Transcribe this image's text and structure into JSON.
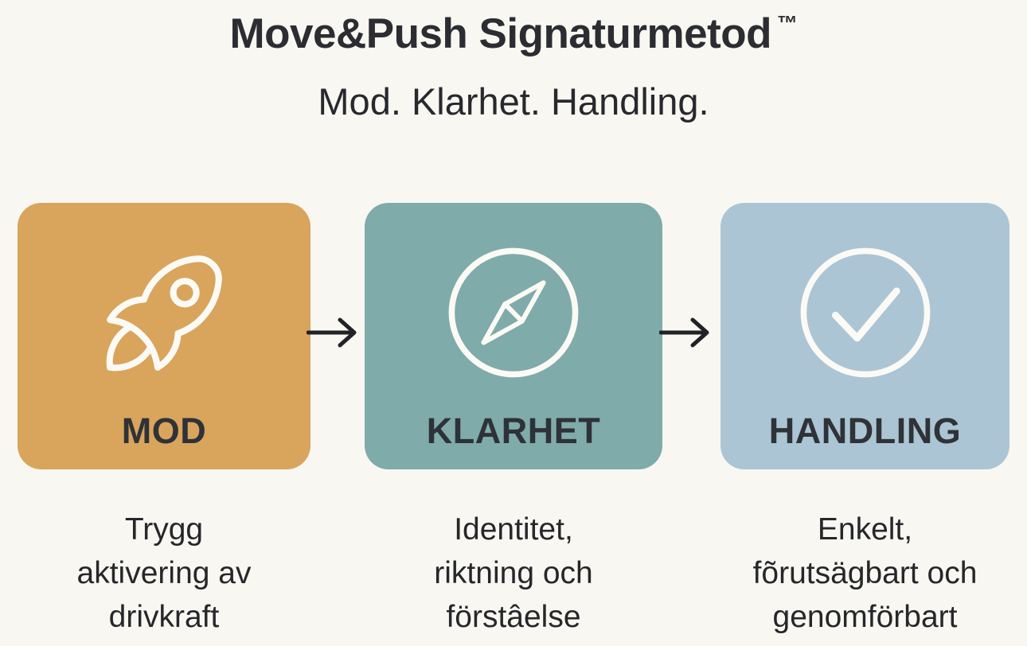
{
  "header": {
    "title": "Move&Push Signaturmetod",
    "trademark": "™",
    "subtitle": "Mod. Klarhet. Handling."
  },
  "flow": {
    "steps": [
      {
        "label": "MOD",
        "icon": "rocket-icon",
        "card_color": "#D9A45C",
        "label_color": "#2F3237",
        "description_lines": [
          "Trygg",
          "aktivering av",
          "drivkraft"
        ]
      },
      {
        "label": "KLARHET",
        "icon": "compass-icon",
        "card_color": "#7FABAA",
        "label_color": "#2E3238",
        "description_lines": [
          "Identitet,",
          "riktning och",
          "förstâelse"
        ]
      },
      {
        "label": "HANDLING",
        "icon": "check-circle-icon",
        "card_color": "#ACC5D5",
        "label_color": "#2F3338",
        "description_lines": [
          "Enkelt,",
          "fõrutsägbart och",
          "genomförbart"
        ]
      }
    ]
  },
  "colors": {
    "background": "#F9F7F1",
    "title_text": "#2B2D32",
    "subtitle_text": "#27292E",
    "body_text": "#26272B",
    "arrow": "#202226",
    "icon_stroke": "#FCFAF5"
  }
}
